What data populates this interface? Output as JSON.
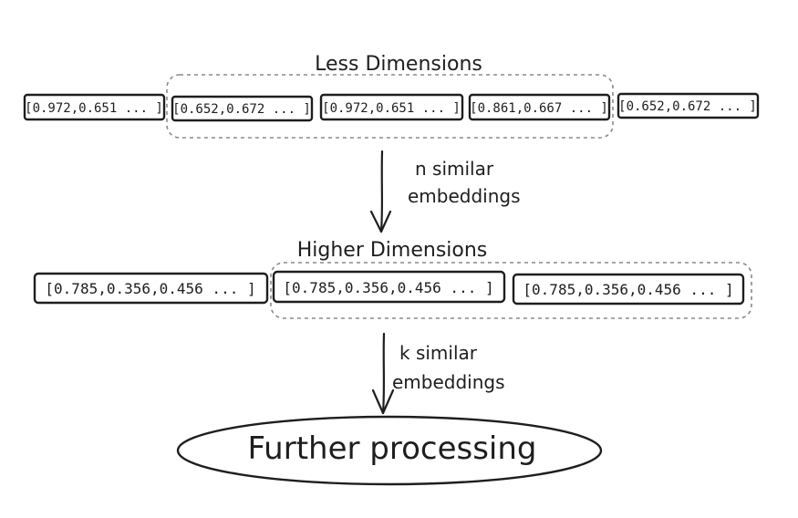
{
  "less_dimensions": {
    "title": "Less Dimensions",
    "vectors": [
      "[0.972,0.651 ... ]",
      "[0.652,0.672 ... ]",
      "[0.972,0.651 ... ]",
      "[0.861,0.667 ... ]",
      "[0.652,0.672 ... ]"
    ]
  },
  "arrow1": {
    "line1": "n similar",
    "line2": "embeddings"
  },
  "higher_dimensions": {
    "title": "Higher Dimensions",
    "vectors": [
      "[0.785,0.356,0.456 ... ]",
      "[0.785,0.356,0.456 ... ]",
      "[0.785,0.356,0.456 ... ]"
    ]
  },
  "arrow2": {
    "line1": "k similar",
    "line2": "embeddings"
  },
  "final": {
    "label": "Further processing"
  },
  "colors": {
    "ink": "#1e1e1e",
    "dashed_group": "#8a8a8a",
    "background": "#ffffff"
  }
}
